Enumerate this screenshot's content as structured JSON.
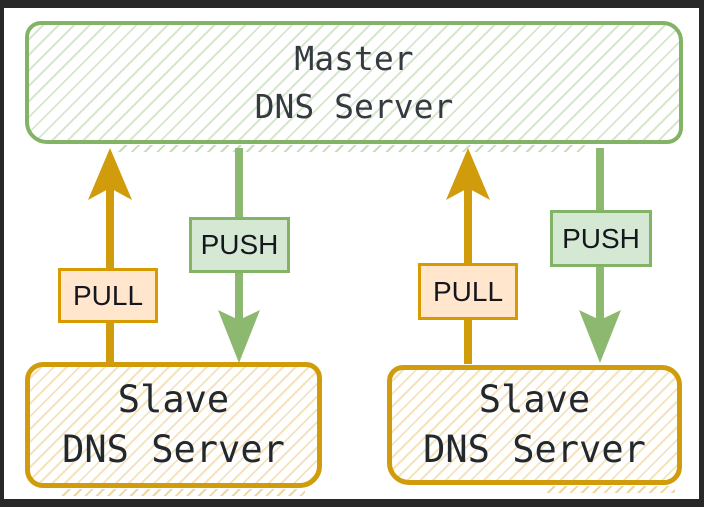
{
  "diagram": {
    "master": {
      "line1": "Master",
      "line2": "DNS Server"
    },
    "slaves": [
      {
        "line1": "Slave",
        "line2": "DNS Server"
      },
      {
        "line1": "Slave",
        "line2": "DNS Server"
      }
    ],
    "labels": {
      "pull": "PULL",
      "push": "PUSH"
    }
  },
  "colors": {
    "green-stroke": "#82b366",
    "green-fill": "#d5e8d4",
    "green-arrow": "#8cb870",
    "gold": "#d09c0b",
    "orange-stroke": "#d79b00",
    "orange-fill": "#ffe6cc",
    "text-dark": "#343a40",
    "frame-dark": "#282828"
  }
}
